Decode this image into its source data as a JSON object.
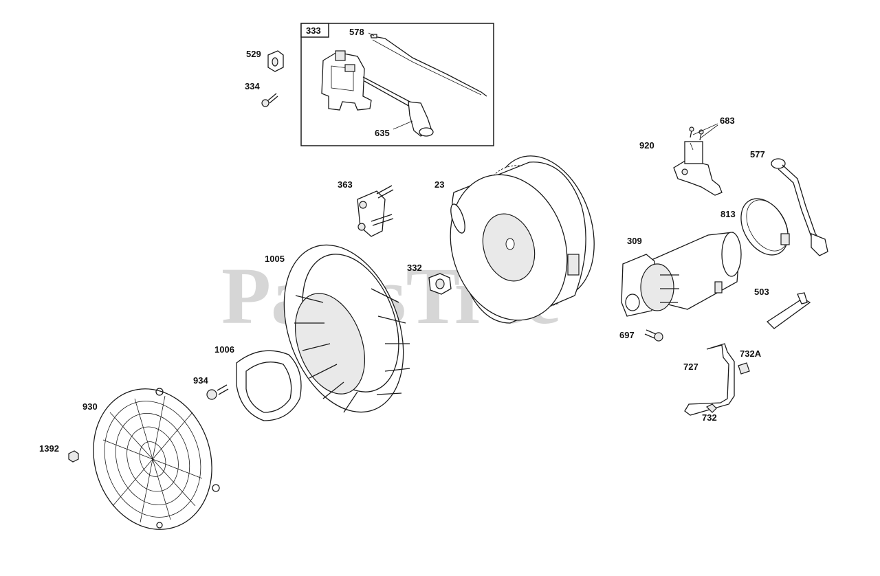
{
  "watermark": "PartsTree",
  "callouts": {
    "p333": "333",
    "p578": "578",
    "p635": "635",
    "p529": "529",
    "p334": "334",
    "p363": "363",
    "p23": "23",
    "p920": "920",
    "p683": "683",
    "p577": "577",
    "p813": "813",
    "p309": "309",
    "p1005": "1005",
    "p332": "332",
    "p503": "503",
    "p697": "697",
    "p727": "727",
    "p732a": "732A",
    "p732": "732",
    "p1006": "1006",
    "p934": "934",
    "p930": "930",
    "p1392": "1392"
  }
}
